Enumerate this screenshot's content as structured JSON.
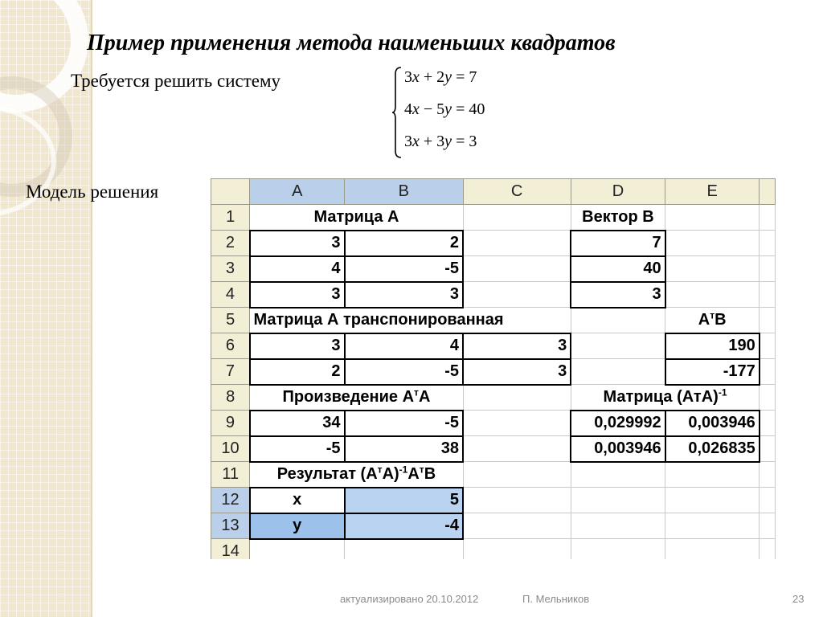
{
  "slide": {
    "title": "Пример применения метода наименьших квадратов",
    "task": "Требуется решить систему",
    "model_label": "Модель решения"
  },
  "system": {
    "equations": [
      {
        "a": "3",
        "op": "+",
        "b": "2",
        "rhs": "7"
      },
      {
        "a": "4",
        "op": "−",
        "b": "5",
        "rhs": "40"
      },
      {
        "a": "3",
        "op": "+",
        "b": "3",
        "rhs": "3"
      }
    ]
  },
  "spreadsheet": {
    "columns": [
      "A",
      "B",
      "C",
      "D",
      "E"
    ],
    "rows": [
      "1",
      "2",
      "3",
      "4",
      "5",
      "6",
      "7",
      "8",
      "9",
      "10",
      "11",
      "12",
      "13",
      "14"
    ],
    "headings": {
      "matrix_a": "Матрица А",
      "vector_b": "Вектор В",
      "matrix_a_t": "Матрица А транспонированная",
      "atb_base": "A",
      "atb_sup": "т",
      "atb_end": "B",
      "product_base": "Произведение A",
      "product_sup": "т",
      "product_end": "A",
      "inv_base": "Матрица (АтА)",
      "inv_sup": "-1",
      "result_base": "Результат (A",
      "result_sup1": "т",
      "result_mid": "A)",
      "result_sup2": "-1",
      "result_mid2": "A",
      "result_sup3": "т",
      "result_end": "B"
    },
    "matrix_a": [
      [
        "3",
        "2"
      ],
      [
        "4",
        "-5"
      ],
      [
        "3",
        "3"
      ]
    ],
    "vector_b": [
      "7",
      "40",
      "3"
    ],
    "matrix_at": [
      [
        "3",
        "4",
        "3"
      ],
      [
        "2",
        "-5",
        "3"
      ]
    ],
    "atb": [
      "190",
      "-177"
    ],
    "ata": [
      [
        "34",
        "-5"
      ],
      [
        "-5",
        "38"
      ]
    ],
    "ata_inv": [
      [
        "0,029992",
        "0,003946"
      ],
      [
        "0,003946",
        "0,026835"
      ]
    ],
    "result": [
      {
        "var": "x",
        "value": "5"
      },
      {
        "var": "y",
        "value": "-4"
      }
    ]
  },
  "footer": {
    "date": "актуализировано 20.10.2012",
    "author": "П. Мельников",
    "page": "23"
  }
}
